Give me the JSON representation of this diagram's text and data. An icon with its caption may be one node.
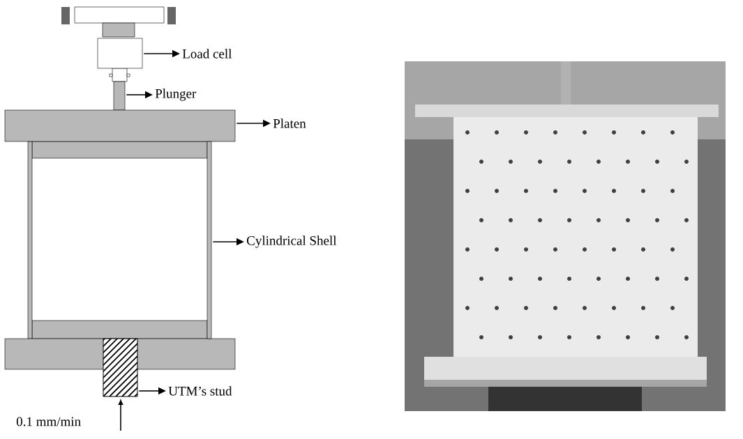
{
  "diagram": {
    "nodes": [
      {
        "text": [],
        "shape": "box"
      },
      {
        "text": [
          "Load cell"
        ]
      },
      {
        "text": [],
        "shape": "box"
      },
      {
        "text": [
          "Plunger"
        ]
      },
      {
        "text": [],
        "shape": "box"
      },
      {
        "text": [
          "Platen"
        ]
      },
      {
        "text": [],
        "shape": "box"
      },
      {
        "text": [
          "Cylindrical Shell"
        ]
      },
      {
        "text": [],
        "shape": "box"
      },
      {
        "text": [
          "UTM’s stud"
        ]
      }
    ],
    "edges": [
      {
        "from": 0,
        "to": 1,
        "arrow": "to"
      },
      {
        "from": 2,
        "to": 3,
        "arrow": "to"
      },
      {
        "from": 4,
        "to": 5,
        "arrow": "to"
      },
      {
        "from": 6,
        "to": 7,
        "arrow": "to"
      },
      {
        "from": 8,
        "to": 9,
        "arrow": "to"
      }
    ],
    "labels": [
      "0.1 mm/min"
    ]
  }
}
